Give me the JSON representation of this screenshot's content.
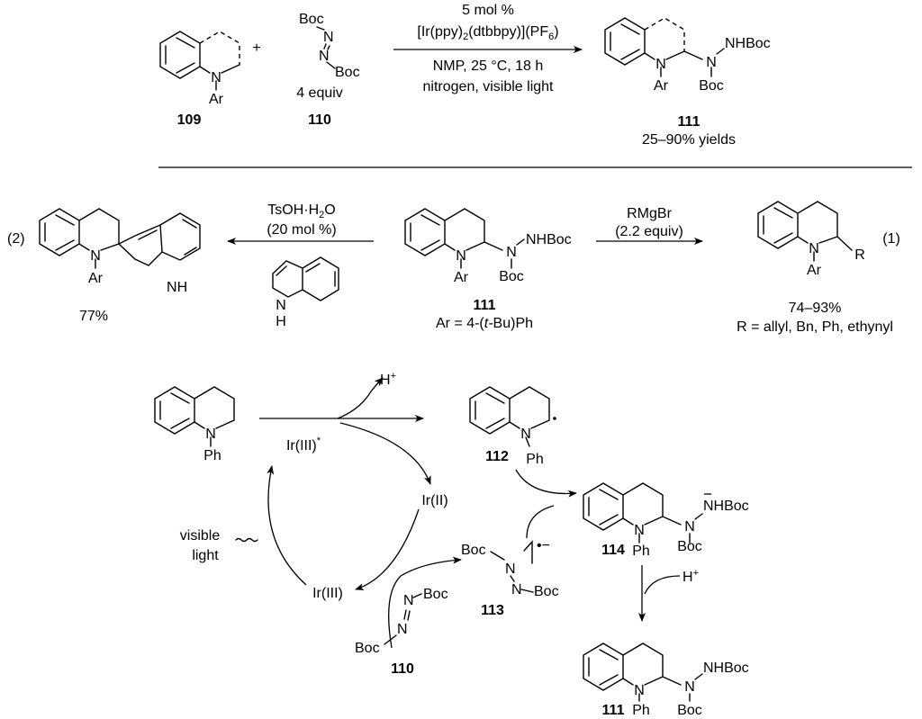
{
  "top_scheme": {
    "reactant_109_label": "109",
    "reactant_110_label": "110",
    "equiv_110": "4 equiv",
    "plus": "+",
    "cond_1": "5 mol %",
    "cond_2a": "[Ir(ppy)",
    "cond_2b": "2",
    "cond_2c": "(dtbbpy)](PF",
    "cond_2d": "6",
    "cond_2e": ")",
    "cond_3": "NMP, 25 °C, 18 h",
    "cond_4": "nitrogen, visible light",
    "product_label": "111",
    "product_yield": "25–90% yields"
  },
  "middle_scheme": {
    "left_tag": "(2)",
    "right_tag": "(1)",
    "left_reagent_1": "TsOH·H",
    "left_reagent_1b": "2",
    "left_reagent_1c": "O",
    "left_reagent_2": "(20 mol %)",
    "left_yield": "77%",
    "center_label": "111",
    "center_ar": "Ar = 4-(",
    "center_ar_italic": "t-",
    "center_ar_end": "Bu)Ph",
    "right_reagent_1": "RMgBr",
    "right_reagent_2": "(2.2 equiv)",
    "right_yield": "74–93%",
    "right_r": "R = allyl, Bn, Ph, ethynyl"
  },
  "mechanism": {
    "h_plus_top": "H",
    "ir_iii_star": "Ir(III)",
    "star": "*",
    "ir_ii": "Ir(II)",
    "ir_iii": "Ir(III)",
    "visible": "visible",
    "light": "light",
    "label_112": "112",
    "label_113": "113",
    "label_114": "114",
    "label_110": "110",
    "label_111": "111",
    "h_plus_right": "H",
    "radical_anion": "•−"
  },
  "atoms": {
    "N": "N",
    "Ar": "Ar",
    "Ph": "Ph",
    "Boc": "Boc",
    "NHBoc": "NHBoc",
    "H": "H",
    "R": "R",
    "plus_sign": "+"
  }
}
